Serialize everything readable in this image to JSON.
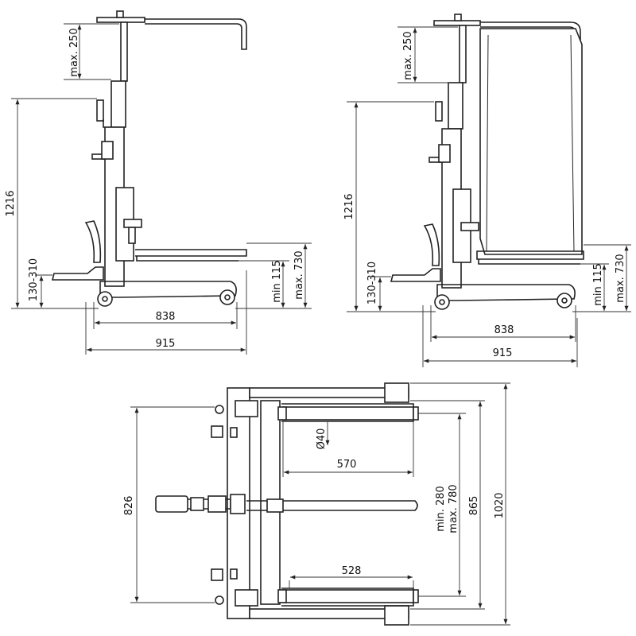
{
  "side_view_1": {
    "labels": {
      "lift_max": "max. 250",
      "height": "1216",
      "pedal": "130-310",
      "fork_min": "min 115",
      "fork_max": "max. 730",
      "length_inner": "838",
      "length_total": "915"
    }
  },
  "side_view_2": {
    "labels": {
      "lift_max": "max. 250",
      "height": "1216",
      "pedal": "130-310",
      "fork_min": "min 115",
      "fork_max": "max. 730",
      "length_inner": "838",
      "length_total": "915"
    }
  },
  "top_view": {
    "labels": {
      "roller_dia": "Ø40",
      "arm_upper": "570",
      "arm_lower": "528",
      "spread_min": "min. 280",
      "spread_max": "max. 780",
      "width_826": "826",
      "width_865": "865",
      "width_1020": "1020"
    }
  }
}
